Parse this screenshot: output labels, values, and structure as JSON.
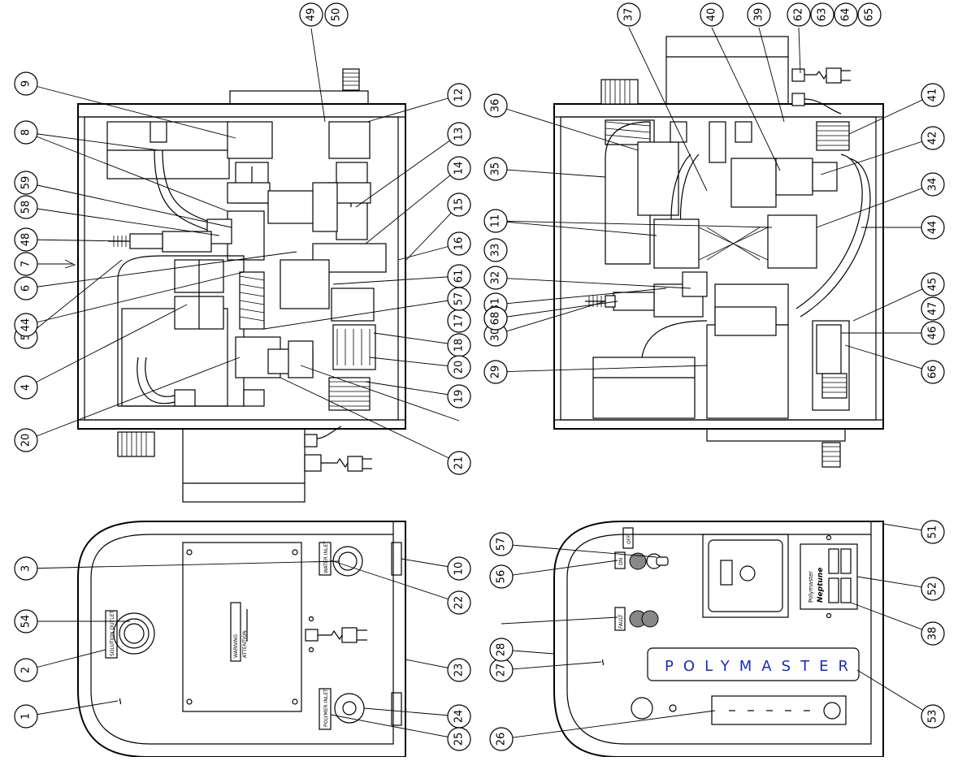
{
  "labels": {
    "water_inlet": "WATER INLET",
    "polymer_inlet": "POLYMER INLET",
    "solution_outlet": "SOLUTION OUTLET",
    "on": "ON",
    "fault": "FAULT",
    "off": "OFF",
    "warning": "WARNING",
    "attention": "ATTENTION",
    "polymaster": "POLYMASTER",
    "brand_small": "Polymaster",
    "brand_logo": "Neptune"
  },
  "callouts": [
    "1",
    "2",
    "3",
    "4",
    "5",
    "6",
    "7",
    "8",
    "9",
    "10",
    "11",
    "12",
    "13",
    "14",
    "15",
    "16",
    "17",
    "18",
    "19",
    "20",
    "20",
    "21",
    "22",
    "23",
    "24",
    "25",
    "26",
    "27",
    "28",
    "29",
    "30",
    "31",
    "32",
    "33",
    "34",
    "35",
    "36",
    "37",
    "38",
    "39",
    "40",
    "41",
    "42",
    "44",
    "44",
    "45",
    "46",
    "47",
    "48",
    "49",
    "50",
    "51",
    "52",
    "53",
    "54",
    "56",
    "57",
    "57",
    "58",
    "59",
    "61",
    "61",
    "62",
    "63",
    "64",
    "65",
    "66",
    "68"
  ]
}
